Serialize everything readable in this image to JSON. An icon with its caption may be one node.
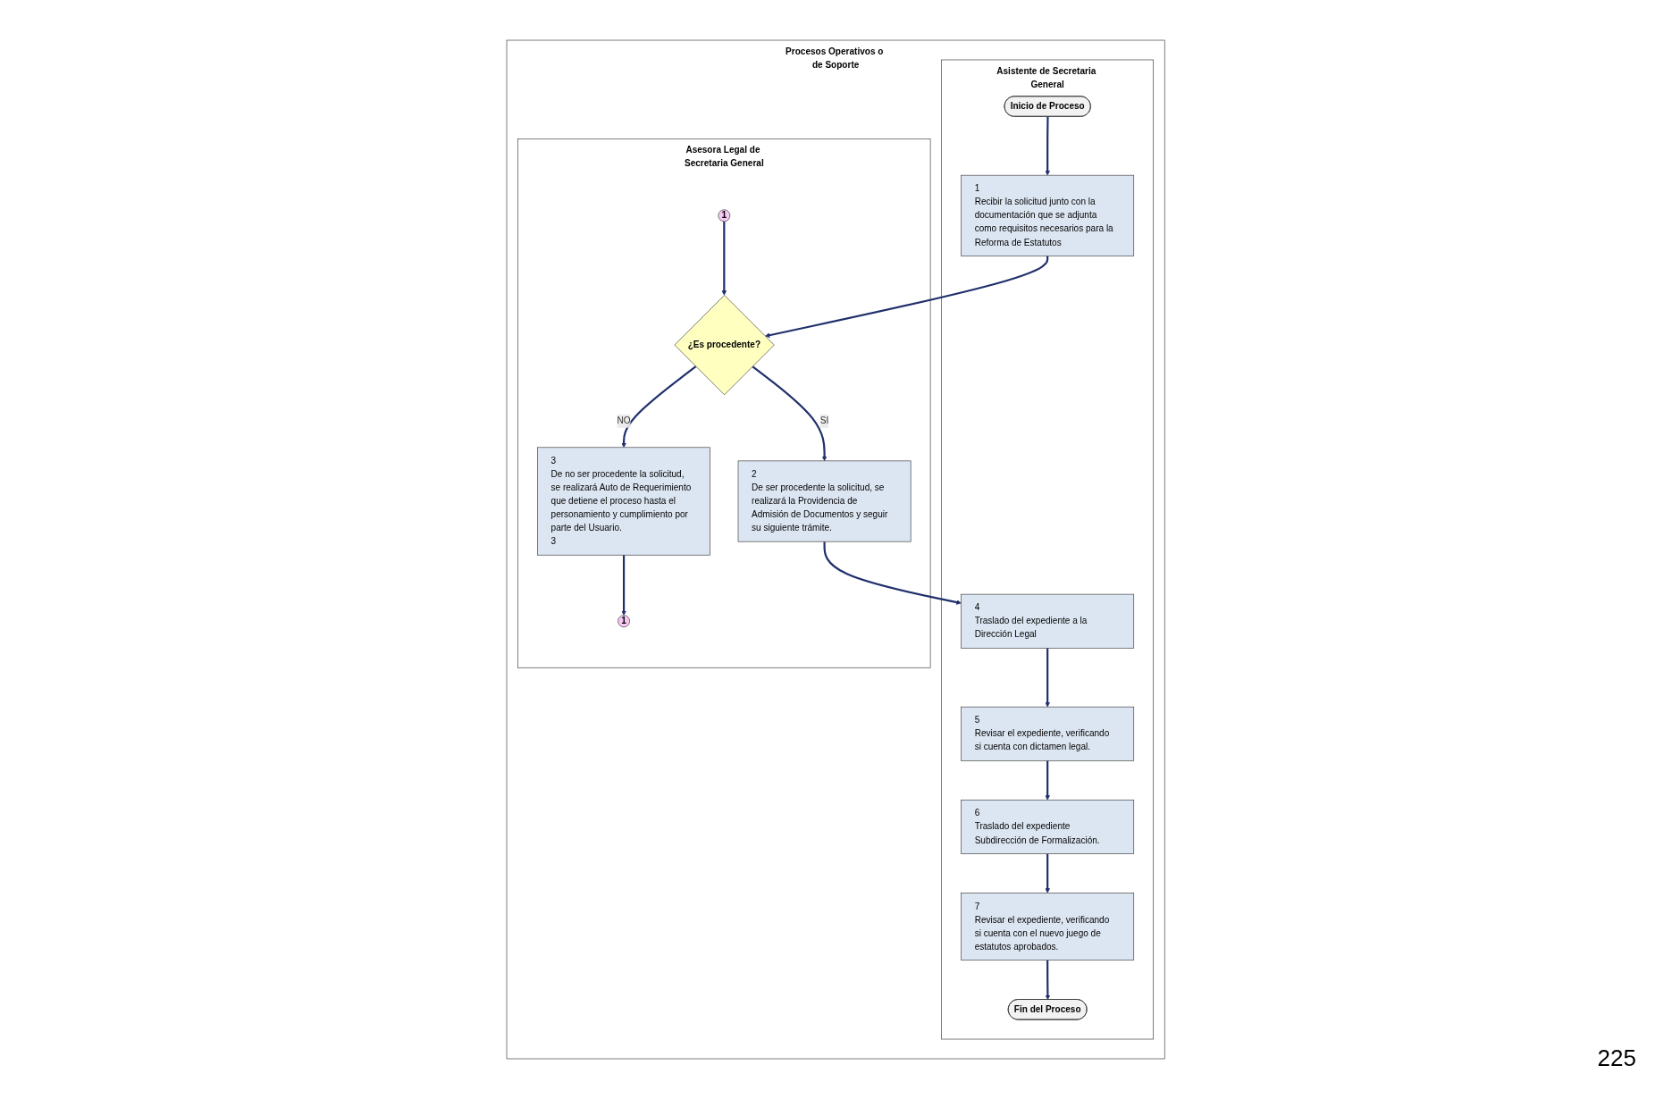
{
  "diagram": {
    "nodes": [
      {
        "text": [
          "Procesos Operativos o de Soporte"
        ]
      },
      {
        "text": [
          "Asistente de Secretaria General"
        ],
        "in": 0
      },
      {
        "text": [
          "Asesora Legal de Secretaria General"
        ],
        "in": 0
      },
      {
        "text": [
          "Inicio de Proceso"
        ],
        "in": 1
      },
      {
        "text": [
          "1",
          "Recibir la solicitud junto con la documentación que se adjunta como requisitos necesarios para la Reforma de Estatutos"
        ],
        "in": 1
      },
      {
        "text": [
          "¿Es procedente?"
        ],
        "in": 2
      },
      {
        "text": [
          "1"
        ],
        "in": 2
      },
      {
        "text": [
          "2",
          "De ser procedente la solicitud, se realizará la Providencia de Admisión de Documentos y seguir su siguiente trámite."
        ],
        "in": 2
      },
      {
        "text": [
          "3",
          "De no ser procedente la solicitud, se realizará Auto de Requerimiento que detiene el proceso hasta el personamiento y cumplimiento por parte del Usuario.",
          "3"
        ],
        "in": 2
      },
      {
        "text": [
          "1"
        ],
        "in": 2
      },
      {
        "text": [
          "4",
          "Traslado del expediente a la Dirección Legal"
        ],
        "in": 1
      },
      {
        "text": [
          "5",
          "Revisar el expediente, verificando si cuenta con dictamen legal."
        ],
        "in": 1
      },
      {
        "text": [
          "6",
          "Traslado del expediente Subdirección de Formalización."
        ],
        "in": 1
      },
      {
        "text": [
          "7",
          "Revisar el expediente, verificando si cuenta con el nuevo juego de estatutos aprobados."
        ],
        "in": 1
      },
      {
        "text": [
          "Fin del Proceso"
        ],
        "in": 1
      }
    ],
    "edges": [
      {
        "from": 3,
        "to": 4,
        "arrow": "to"
      },
      {
        "from": 4,
        "to": 5,
        "arrow": "to"
      },
      {
        "from": 6,
        "to": 5,
        "arrow": "to"
      },
      {
        "from": 5,
        "to": 7,
        "label": "SI",
        "arrow": "to"
      },
      {
        "from": 5,
        "to": 8,
        "label": "NO",
        "arrow": "to"
      },
      {
        "from": 8,
        "to": 9,
        "arrow": "to"
      },
      {
        "from": 7,
        "to": 10,
        "arrow": "to"
      },
      {
        "from": 10,
        "to": 11,
        "arrow": "to"
      },
      {
        "from": 11,
        "to": 12,
        "arrow": "to"
      },
      {
        "from": 12,
        "to": 13,
        "arrow": "to"
      },
      {
        "from": 13,
        "to": 14,
        "arrow": "to"
      }
    ],
    "labels": [
      "225"
    ]
  }
}
